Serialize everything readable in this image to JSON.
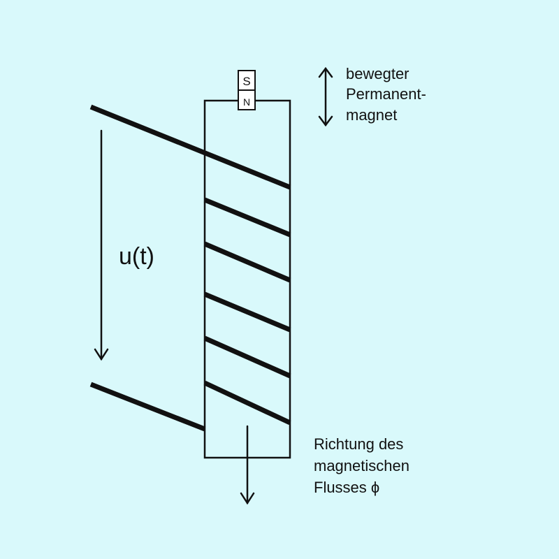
{
  "colors": {
    "background": "#d9f9fb",
    "ink": "#111111",
    "magnet_fill": "#ffffff"
  },
  "magnet": {
    "top_pole": "S",
    "bottom_pole": "N",
    "label_line1": "bewegter",
    "label_line2": "Permanent-",
    "label_line3": "magnet"
  },
  "voltage": {
    "label": "u(t)"
  },
  "flux": {
    "label_line1": "Richtung des",
    "label_line2": "magnetischen",
    "label_line3": "Flusses ϕ"
  }
}
